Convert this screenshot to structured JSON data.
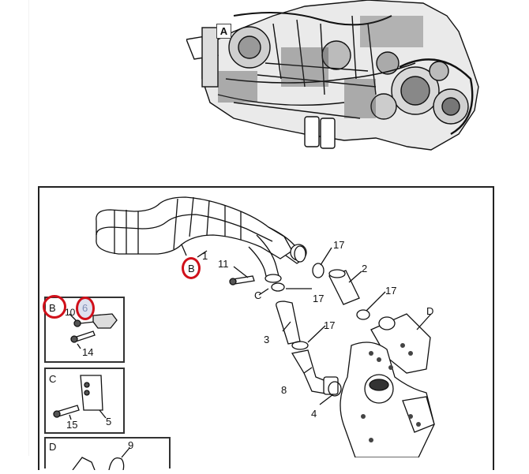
{
  "figure": {
    "overview": {
      "description": "engine-assembly-overview",
      "callout": "A"
    },
    "exploded_view": {
      "callouts": {
        "B": "B",
        "C": "C",
        "D": "D"
      },
      "part_labels": {
        "p1": "1",
        "p2": "2",
        "p3": "3",
        "p4": "4",
        "p8": "8",
        "p11": "11",
        "p17a": "17",
        "p17b": "17",
        "p17c": "17",
        "p17d": "17"
      },
      "highlighted_callouts": [
        "B (main view)",
        "B (detail)",
        "6 (detail)"
      ],
      "highlight_color": "#d0101a"
    },
    "detail_boxes": [
      {
        "id": "B",
        "title": "B",
        "labels": {
          "a": "10",
          "b": "6",
          "c": "14"
        }
      },
      {
        "id": "C",
        "title": "C",
        "labels": {
          "a": "15",
          "b": "5"
        }
      },
      {
        "id": "D",
        "title": "D",
        "labels": {
          "a": "9"
        }
      }
    ]
  }
}
